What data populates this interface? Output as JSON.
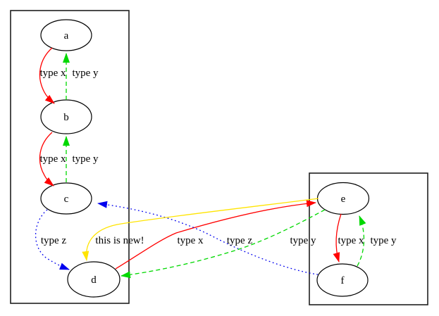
{
  "graph": {
    "background": "#ffffff",
    "palette": {
      "red": "#ff0000",
      "green": "#00d800",
      "blue": "#0000ee",
      "yellow": "#ffe400",
      "black": "#000000"
    },
    "clusters": [
      {
        "id": "cluster-left",
        "members": [
          "a",
          "b",
          "c",
          "d"
        ]
      },
      {
        "id": "cluster-right",
        "members": [
          "e",
          "f"
        ]
      }
    ],
    "nodes": [
      {
        "id": "a",
        "label": "a"
      },
      {
        "id": "b",
        "label": "b"
      },
      {
        "id": "c",
        "label": "c"
      },
      {
        "id": "d",
        "label": "d"
      },
      {
        "id": "e",
        "label": "e"
      },
      {
        "id": "f",
        "label": "f"
      }
    ],
    "edges": [
      {
        "from": "a",
        "to": "b",
        "label": "type x",
        "style": "solid",
        "color": "#ff0000"
      },
      {
        "from": "b",
        "to": "a",
        "label": "type y",
        "style": "dashed",
        "color": "#00d800"
      },
      {
        "from": "b",
        "to": "c",
        "label": "type x",
        "style": "solid",
        "color": "#ff0000"
      },
      {
        "from": "c",
        "to": "b",
        "label": "type y",
        "style": "dashed",
        "color": "#00d800"
      },
      {
        "from": "c",
        "to": "d",
        "label": "type z",
        "style": "dotted",
        "color": "#0000ee"
      },
      {
        "from": "d",
        "to": "e",
        "label": "type x",
        "style": "solid",
        "color": "#ff0000"
      },
      {
        "from": "f",
        "to": "c",
        "label": "type z",
        "style": "dotted",
        "color": "#0000ee"
      },
      {
        "from": "e",
        "to": "d",
        "label": "type y",
        "style": "dashed",
        "color": "#00d800"
      },
      {
        "from": "e",
        "to": "f",
        "label": "type x",
        "style": "solid",
        "color": "#ff0000"
      },
      {
        "from": "f",
        "to": "e",
        "label": "type y",
        "style": "dashed",
        "color": "#00d800"
      },
      {
        "from": "e",
        "to": "d",
        "label": "this is new!",
        "style": "solid",
        "color": "#ffe400"
      }
    ]
  }
}
